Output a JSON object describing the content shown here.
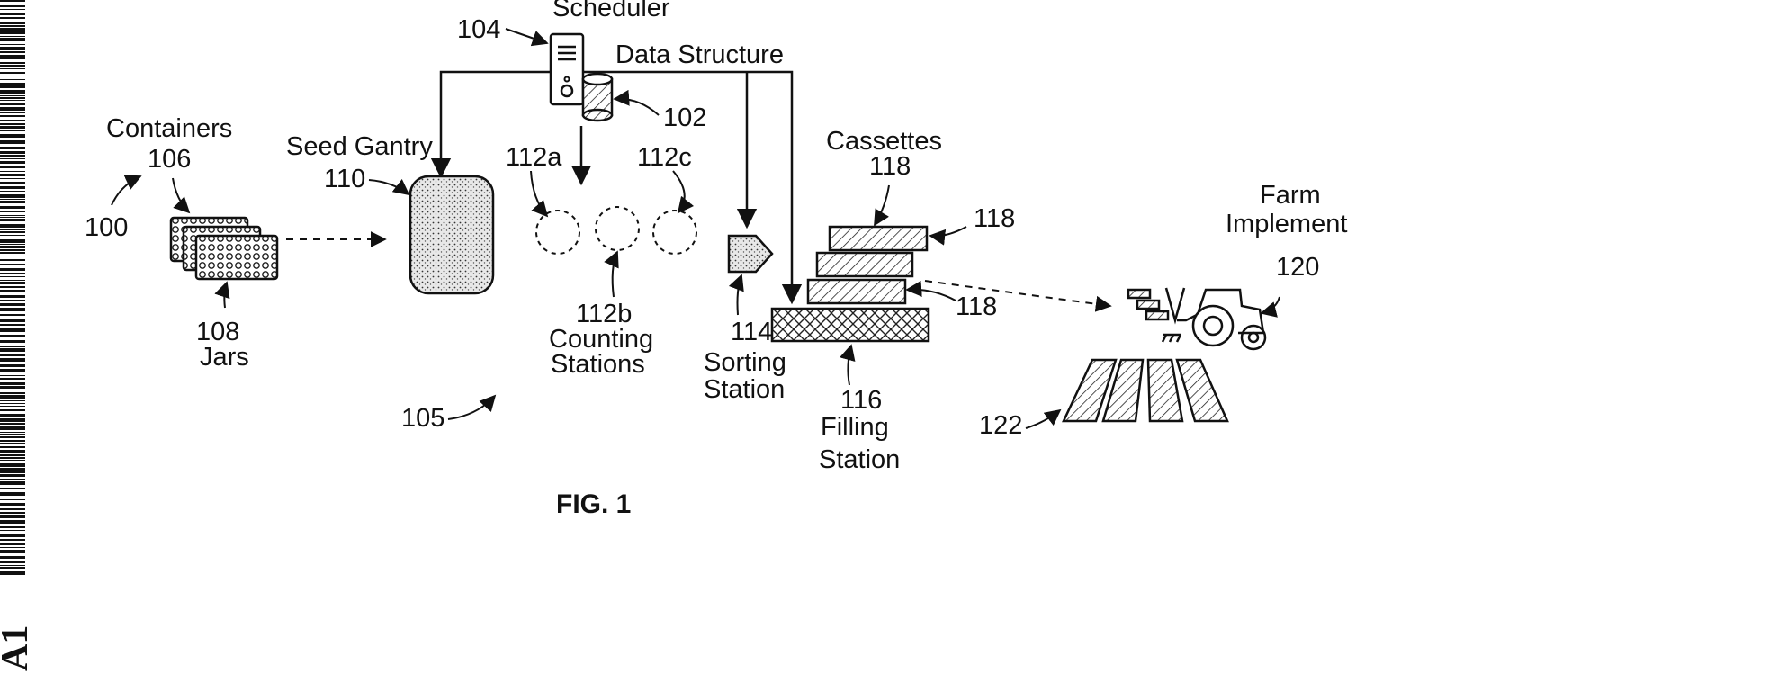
{
  "figure": {
    "caption": "FIG. 1",
    "side_code": "A1"
  },
  "labels": {
    "scheduler": "Scheduler",
    "scheduler_ref": "104",
    "data_structure": "Data Structure",
    "data_structure_ref": "102",
    "system_ref": "100",
    "containers": "Containers",
    "containers_ref": "106",
    "jars_ref": "108",
    "jars": "Jars",
    "seed_gantry": "Seed Gantry",
    "seed_gantry_ref": "110",
    "counting_a": "112a",
    "counting_b": "112b",
    "counting_c": "112c",
    "counting_line1": "Counting",
    "counting_line2": "Stations",
    "sorting_ref": "114",
    "sorting_line1": "Sorting",
    "sorting_line2": "Station",
    "facility_ref": "105",
    "cassettes": "Cassettes",
    "cassettes_ref_top": "118",
    "cassette_ref_right_1": "118",
    "cassette_ref_right_2": "118",
    "filling_ref": "116",
    "filling_line1": "Filling",
    "filling_line2": "Station",
    "farm_line1": "Farm",
    "farm_line2": "Implement",
    "farm_ref": "120",
    "field_ref": "122"
  }
}
